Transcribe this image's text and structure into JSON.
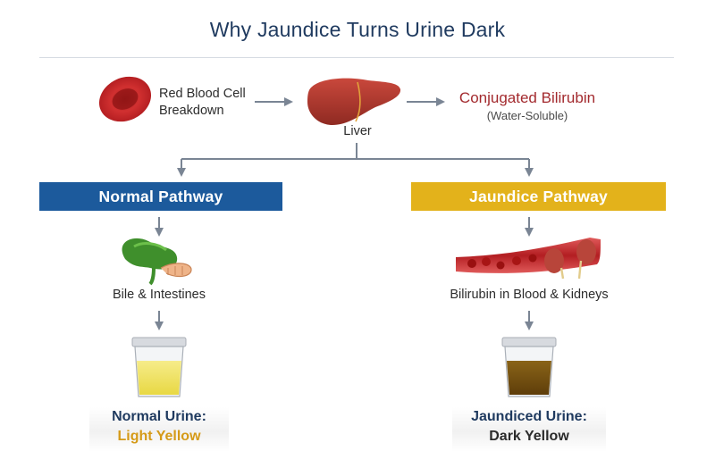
{
  "title": "Why Jaundice Turns Urine Dark",
  "top_row": {
    "rbc_line1": "Red Blood Cell",
    "rbc_line2": "Breakdown",
    "liver": "Liver",
    "conjugated_title": "Conjugated Bilirubin",
    "conjugated_subtitle": "(Water-Soluble)"
  },
  "normal": {
    "banner": "Normal Pathway",
    "step": "Bile & Intestines",
    "result_line1": "Normal Urine:",
    "result_line2": "Light Yellow"
  },
  "jaundice": {
    "banner": "Jaundice Pathway",
    "step": "Bilirubin in Blood & Kidneys",
    "result_line1": "Jaundiced Urine:",
    "result_line2": "Dark Yellow"
  },
  "colors": {
    "title": "#1f3a5f",
    "normal_banner": "#1c5a9c",
    "jaundice_banner": "#e3b21b",
    "conjugated": "#a32a2e",
    "light_urine": "#f1e15a",
    "dark_urine": "#7a5210"
  },
  "icons": [
    "red-blood-cell-icon",
    "liver-icon",
    "gallbladder-intestine-icon",
    "blood-vessel-kidneys-icon",
    "urine-cup-light-icon",
    "urine-cup-dark-icon"
  ]
}
